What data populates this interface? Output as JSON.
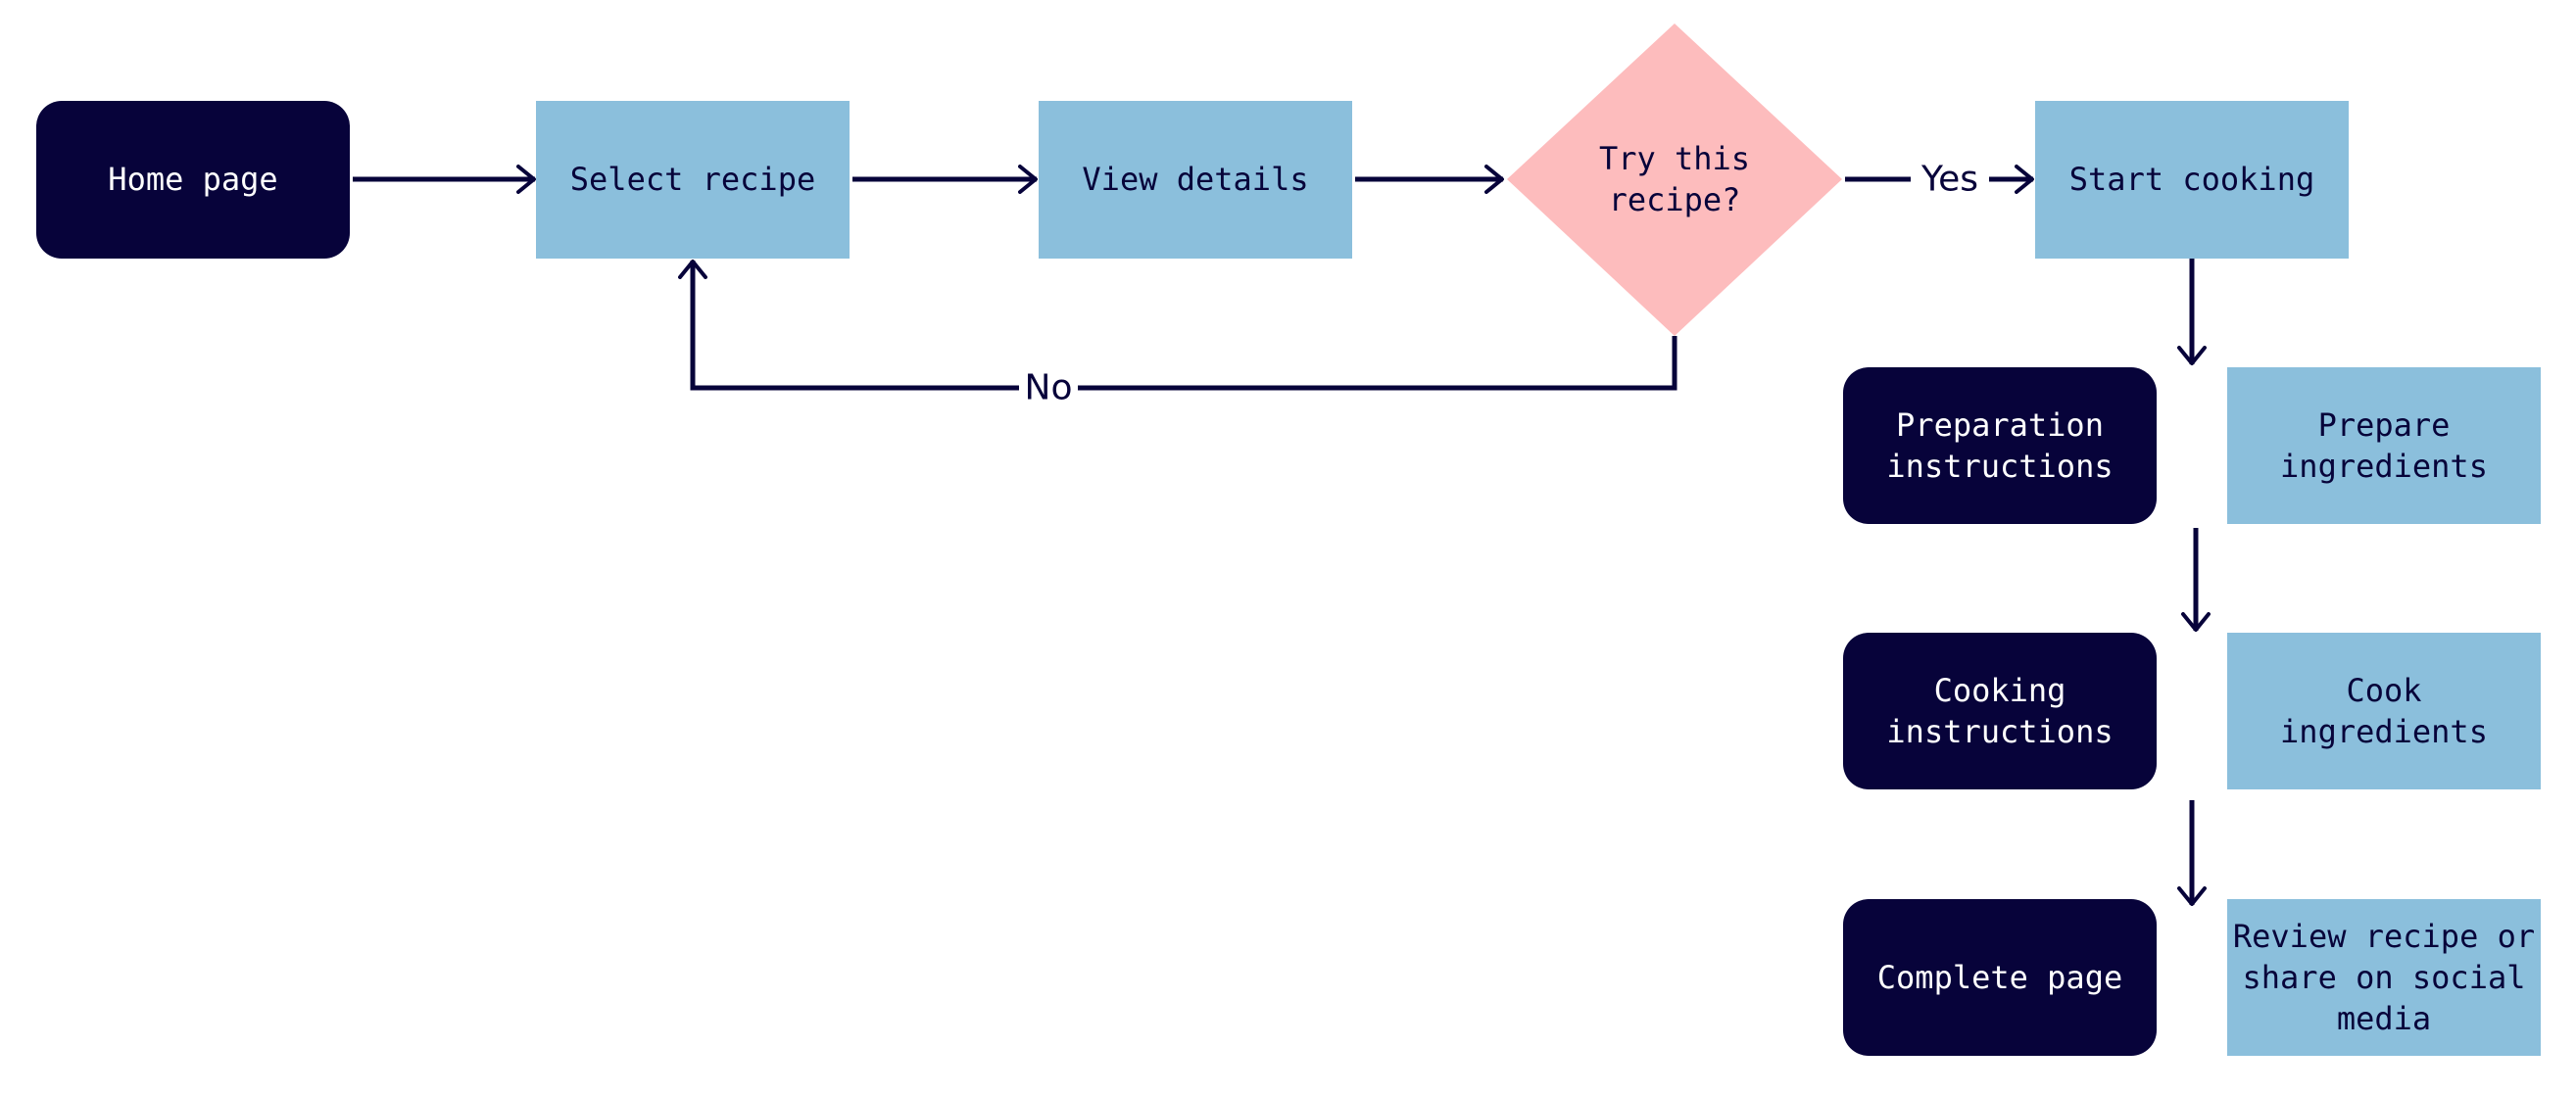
{
  "colors": {
    "dark": "#07033a",
    "light_blue": "#8bbfdc",
    "pink": "#fdbcbd",
    "line": "#07033a",
    "dark_text": "#ffffff",
    "light_text": "#07033a"
  },
  "nodes": {
    "home": {
      "lines": [
        "Home page"
      ]
    },
    "select": {
      "lines": [
        "Select recipe"
      ]
    },
    "view": {
      "lines": [
        "View details"
      ]
    },
    "decision": {
      "lines": [
        "Try this",
        "recipe?"
      ]
    },
    "start": {
      "lines": [
        "Start cooking"
      ]
    },
    "prep_instructions": {
      "lines": [
        "Preparation",
        "instructions"
      ]
    },
    "prep_ingredients": {
      "lines": [
        "Prepare",
        "ingredients"
      ]
    },
    "cook_instructions": {
      "lines": [
        "Cooking",
        "instructions"
      ]
    },
    "cook_ingredients": {
      "lines": [
        "Cook",
        "ingredients"
      ]
    },
    "complete": {
      "lines": [
        "Complete page"
      ]
    },
    "review": {
      "lines": [
        "Review recipe or",
        "share on social",
        "media"
      ]
    }
  },
  "edge_labels": {
    "yes": "Yes",
    "no": "No"
  }
}
